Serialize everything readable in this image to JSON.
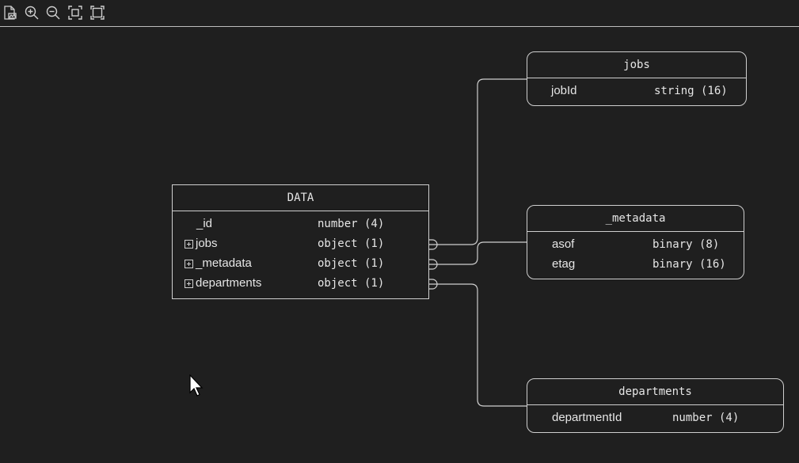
{
  "toolbar": {
    "buttons": [
      {
        "icon": "export-image-icon"
      },
      {
        "icon": "zoom-in-icon"
      },
      {
        "icon": "zoom-out-icon"
      },
      {
        "icon": "fit-selection-icon"
      },
      {
        "icon": "fit-all-icon"
      }
    ]
  },
  "entities": {
    "data": {
      "title": "DATA",
      "fields": [
        {
          "name": "_id",
          "type": "number (4)"
        },
        {
          "name": "jobs",
          "type": "object (1)"
        },
        {
          "name": "_metadata",
          "type": "object (1)"
        },
        {
          "name": "departments",
          "type": "object (1)"
        }
      ]
    },
    "jobs": {
      "title": "jobs",
      "fields": [
        {
          "name": "jobId",
          "type": "string (16)"
        }
      ]
    },
    "metadata": {
      "title": "_metadata",
      "fields": [
        {
          "name": "asof",
          "type": "binary (8)"
        },
        {
          "name": "etag",
          "type": "binary (16)"
        }
      ]
    },
    "departments": {
      "title": "departments",
      "fields": [
        {
          "name": "departmentId",
          "type": "number (4)"
        }
      ]
    }
  },
  "colors": {
    "background": "#1f1f1f",
    "border": "#cfcfcf",
    "text": "#e6e6e6"
  }
}
